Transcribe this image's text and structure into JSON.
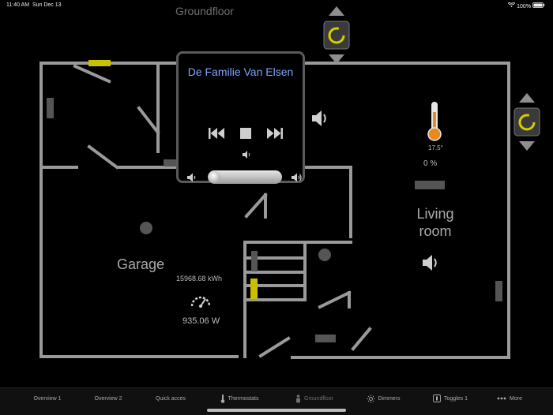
{
  "status": {
    "time": "11:40 AM",
    "date": "Sun Dec 13",
    "wifi_icon": "wifi-icon",
    "battery": "100%"
  },
  "page": {
    "title": "Groundfloor"
  },
  "media": {
    "name": "De Familie Van Elsen"
  },
  "sensors": {
    "temperature": "17.5°",
    "percentage": "0 %",
    "energy_total": "15968.68 kWh",
    "power": "935.06 W"
  },
  "rooms": {
    "garage": "Garage",
    "living_line1": "Living",
    "living_line2": "room"
  },
  "tabs": [
    {
      "label": "Overview 1"
    },
    {
      "label": "Overview 2"
    },
    {
      "label": "Quick acces"
    },
    {
      "label": "Thermostats"
    },
    {
      "label": "Groundfloor"
    },
    {
      "label": "Dimmers"
    },
    {
      "label": "Toggles 1"
    },
    {
      "label": "More"
    }
  ],
  "colors": {
    "accent_yellow": "#c9c000",
    "wall": "#9a9a9a",
    "link_blue": "#7ea6ff"
  }
}
